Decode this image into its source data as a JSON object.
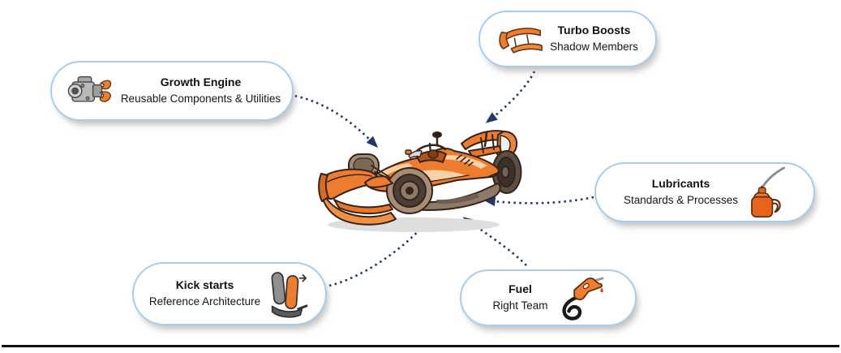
{
  "diagram": {
    "center_illustration": "orange-formula-1-race-car",
    "connector_color": "#1F3864",
    "bubble_border_color": "#A6CDEB",
    "accent_orange": "#EE7C2E"
  },
  "nodes": [
    {
      "id": "growth-engine",
      "title": "Growth Engine",
      "subtitle": "Reusable Components & Utilities",
      "icon": "engine-icon",
      "icon_side": "left"
    },
    {
      "id": "turbo-boosts",
      "title": "Turbo Boosts",
      "subtitle": "Shadow Members",
      "icon": "rear-wing-icon",
      "icon_side": "left"
    },
    {
      "id": "lubricants",
      "title": "Lubricants",
      "subtitle": "Standards & Processes",
      "icon": "oil-can-icon",
      "icon_side": "right"
    },
    {
      "id": "kick-starts",
      "title": "Kick starts",
      "subtitle": "Reference Architecture",
      "icon": "pedals-icon",
      "icon_side": "right"
    },
    {
      "id": "fuel",
      "title": "Fuel",
      "subtitle": "Right Team",
      "icon": "fuel-nozzle-icon",
      "icon_side": "right"
    }
  ]
}
